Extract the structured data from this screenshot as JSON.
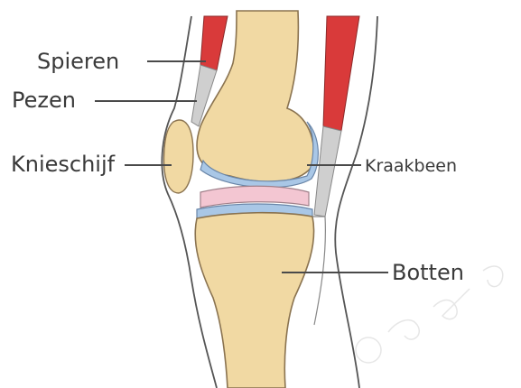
{
  "labels": {
    "spieren": "Spieren",
    "pezen": "Pezen",
    "knieschijf": "Knieschijf",
    "kraakbeen": "Kraakbeen",
    "botten": "Botten"
  },
  "colors": {
    "bone": "#f1d9a3",
    "bone_outline": "#c9a86a",
    "muscle": "#d93a3a",
    "tendon": "#c8c8c8",
    "cartilage": "#a9c7e6",
    "meniscus": "#f3c6d2",
    "outline": "#555555",
    "leader": "#4a4a4a"
  }
}
